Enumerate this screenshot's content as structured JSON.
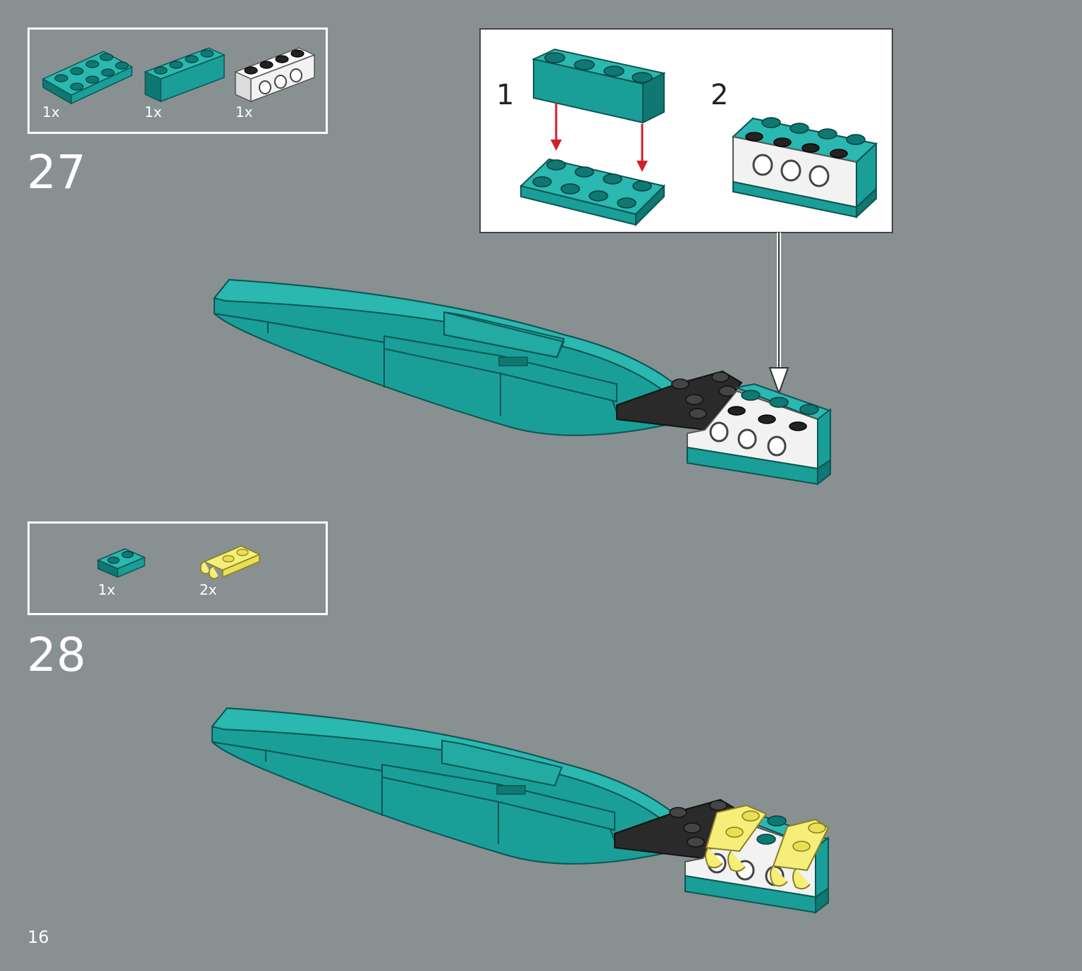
{
  "colors": {
    "background": "#889092",
    "teal": "#1a9e98",
    "teal_dark": "#0f7873",
    "teal_light": "#2ab8b0",
    "white_brick": "#f2f2f2",
    "black_plate": "#2a2a2a",
    "yellow_plate": "#f5ef7a",
    "arrow_red": "#d0202a"
  },
  "step27": {
    "number": "27",
    "parts": [
      {
        "qty": "1x",
        "icon": "teal-plate-2x4-icon"
      },
      {
        "qty": "1x",
        "icon": "teal-brick-1x4-icon"
      },
      {
        "qty": "1x",
        "icon": "white-technic-brick-1x4-icon"
      }
    ],
    "callout": {
      "sub_steps": [
        {
          "num": "1"
        },
        {
          "num": "2"
        }
      ]
    }
  },
  "step28": {
    "number": "28",
    "parts": [
      {
        "qty": "1x",
        "icon": "teal-plate-1x2-icon"
      },
      {
        "qty": "2x",
        "icon": "yellow-clip-plate-icon"
      }
    ]
  },
  "page": {
    "number": "16"
  }
}
